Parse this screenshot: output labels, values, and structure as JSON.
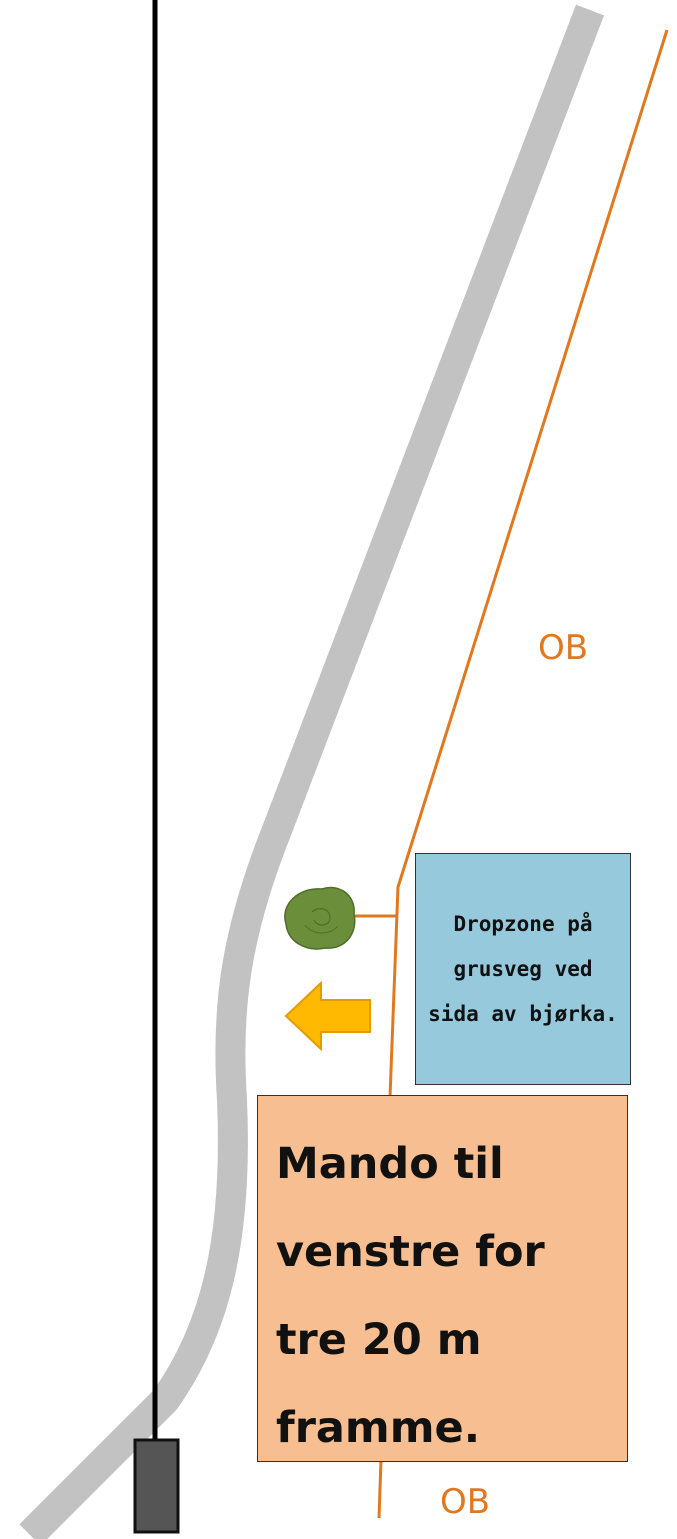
{
  "labels": {
    "ob_upper": "OB",
    "ob_lower": "OB",
    "dropzone": "Dropzone på grusveg ved sida av bjørka.",
    "instruction": "Mando til venstre for tre 20 m framme."
  },
  "colors": {
    "road": "#c2c2c2",
    "ob_line": "#e07820",
    "dropzone_fill": "#96c9dc",
    "instruction_fill": "#f7bf91",
    "arrow": "#ffba00",
    "tree": "#6b8e3a",
    "marker": "#555555"
  },
  "icons": {
    "tree": "birch-tree-icon",
    "arrow": "left-arrow-icon",
    "marker": "control-marker-icon"
  }
}
